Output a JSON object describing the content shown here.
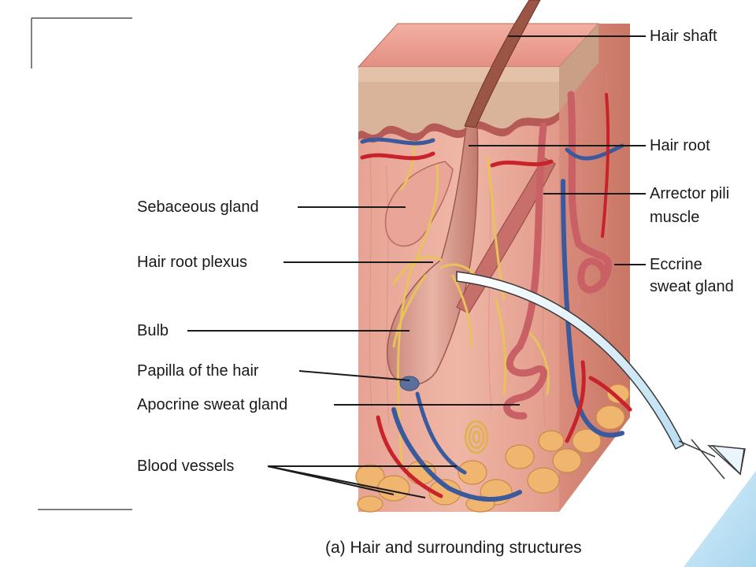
{
  "diagram": {
    "caption": "(a) Hair and surrounding structures",
    "labels": {
      "hair_shaft": "Hair shaft",
      "hair_root": "Hair root",
      "arrector_pili_1": "Arrector pili",
      "arrector_pili_2": "muscle",
      "eccrine_1": "Eccrine",
      "eccrine_2": "sweat gland",
      "sebaceous_gland": "Sebaceous gland",
      "hair_root_plexus": "Hair root plexus",
      "bulb": "Bulb",
      "papilla": "Papilla of the hair",
      "apocrine": "Apocrine sweat gland",
      "blood_vessels": "Blood vessels"
    }
  }
}
